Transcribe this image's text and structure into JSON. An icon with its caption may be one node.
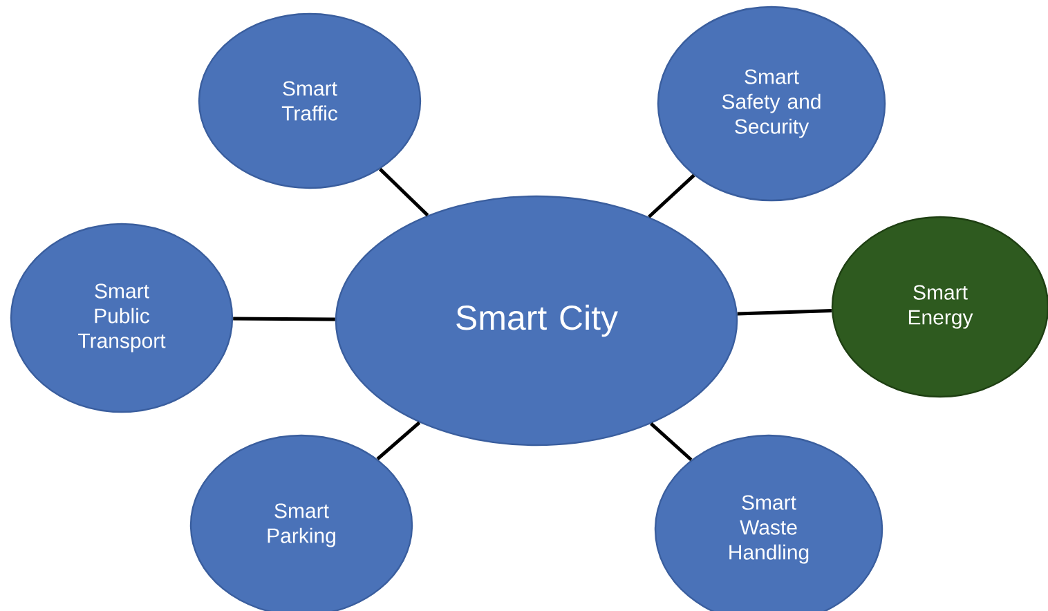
{
  "diagram": {
    "nodes": [
      {
        "text": [
          "Smart Traffic"
        ]
      },
      {
        "text": [
          "Smart Safety and Security"
        ]
      },
      {
        "text": [
          "Smart Public Transport"
        ]
      },
      {
        "text": [
          "Smart City"
        ]
      },
      {
        "text": [
          "Smart Energy"
        ]
      },
      {
        "text": [
          "Smart Parking"
        ]
      },
      {
        "text": [
          "Smart Waste Handling"
        ]
      }
    ],
    "edges": [
      {
        "from": 3,
        "to": 0,
        "arrow": "none"
      },
      {
        "from": 3,
        "to": 1,
        "arrow": "none"
      },
      {
        "from": 3,
        "to": 2,
        "arrow": "none"
      },
      {
        "from": 3,
        "to": 4,
        "arrow": "none"
      },
      {
        "from": 3,
        "to": 5,
        "arrow": "none"
      },
      {
        "from": 3,
        "to": 6,
        "arrow": "none"
      }
    ]
  }
}
